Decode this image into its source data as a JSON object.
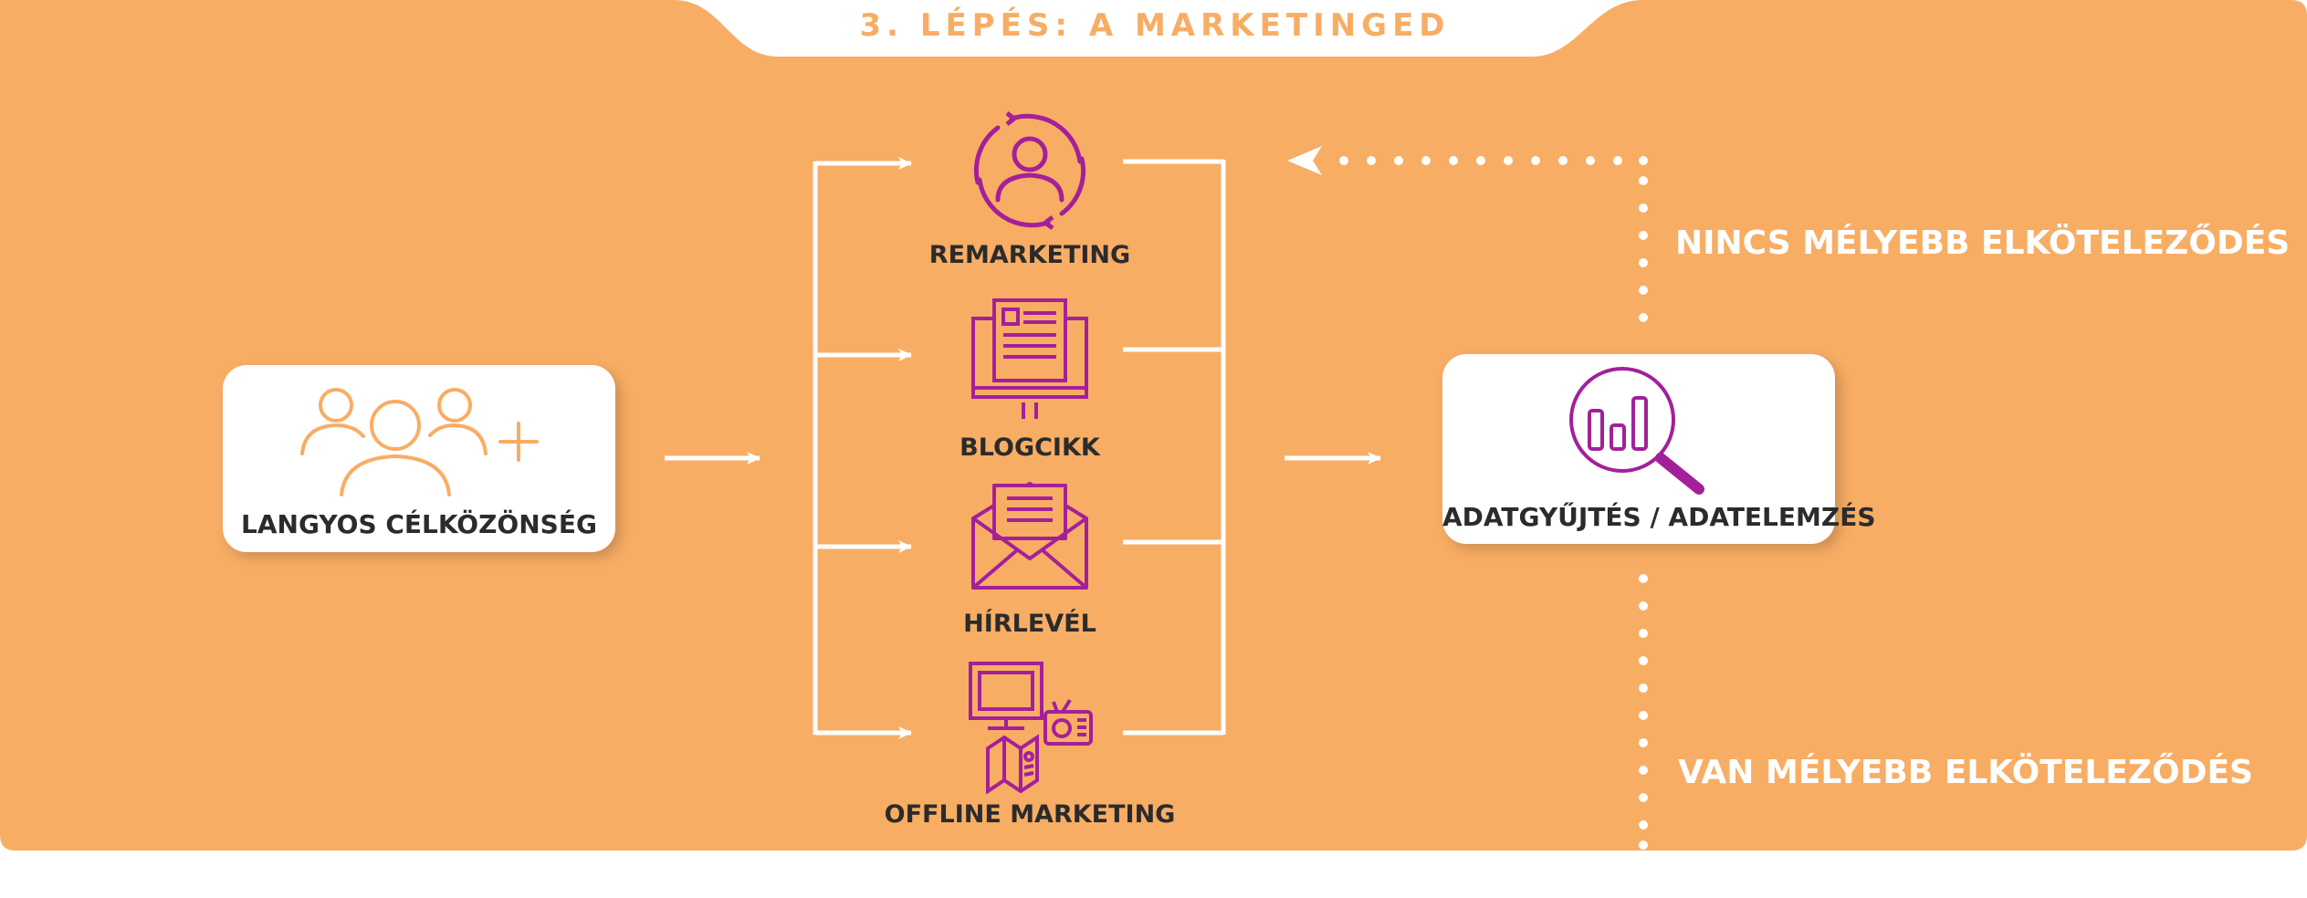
{
  "title": "3. LÉPÉS: A MARKETINGED",
  "colors": {
    "background": "#F8AD64",
    "card": "#FFFFFF",
    "icon_accent": "#A3209A",
    "text_dark": "#2B2B2B",
    "arrows": "#FFFFFF"
  },
  "audience": {
    "label": "LANGYOS CÉLKÖZÖNSÉG",
    "icon": "group-plus-icon"
  },
  "channels": [
    {
      "label": "REMARKETING",
      "icon": "remarketing-icon"
    },
    {
      "label": "BLOGCIKK",
      "icon": "blog-article-icon"
    },
    {
      "label": "HÍRLEVÉL",
      "icon": "newsletter-envelope-icon"
    },
    {
      "label": "OFFLINE MARKETING",
      "icon": "offline-marketing-icon"
    }
  ],
  "analysis": {
    "label": "ADATGYŰJTÉS / ADATELEMZÉS",
    "icon": "analytics-magnifier-icon"
  },
  "feedback": {
    "no_commitment": "NINCS MÉLYEBB ELKÖTELEZŐDÉS",
    "commitment": "VAN MÉLYEBB ELKÖTELEZŐDÉS"
  }
}
